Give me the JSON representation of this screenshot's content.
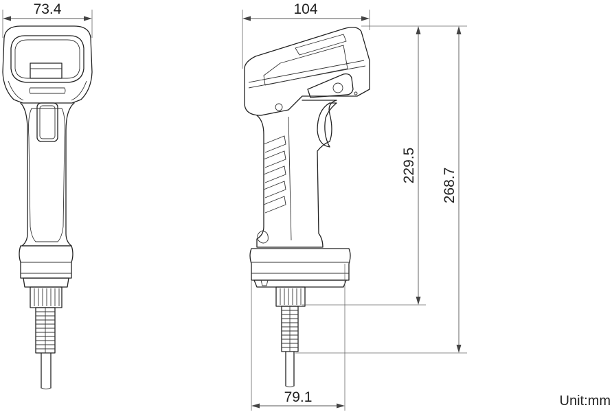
{
  "dimensions": {
    "front_width": "73.4",
    "side_width": "104",
    "height_body": "229.5",
    "height_total": "268.7",
    "base_width": "79.1"
  },
  "unit_label": "Unit:mm",
  "colors": {
    "line": "#222222",
    "dimension_line": "#555555",
    "background": "#ffffff"
  }
}
